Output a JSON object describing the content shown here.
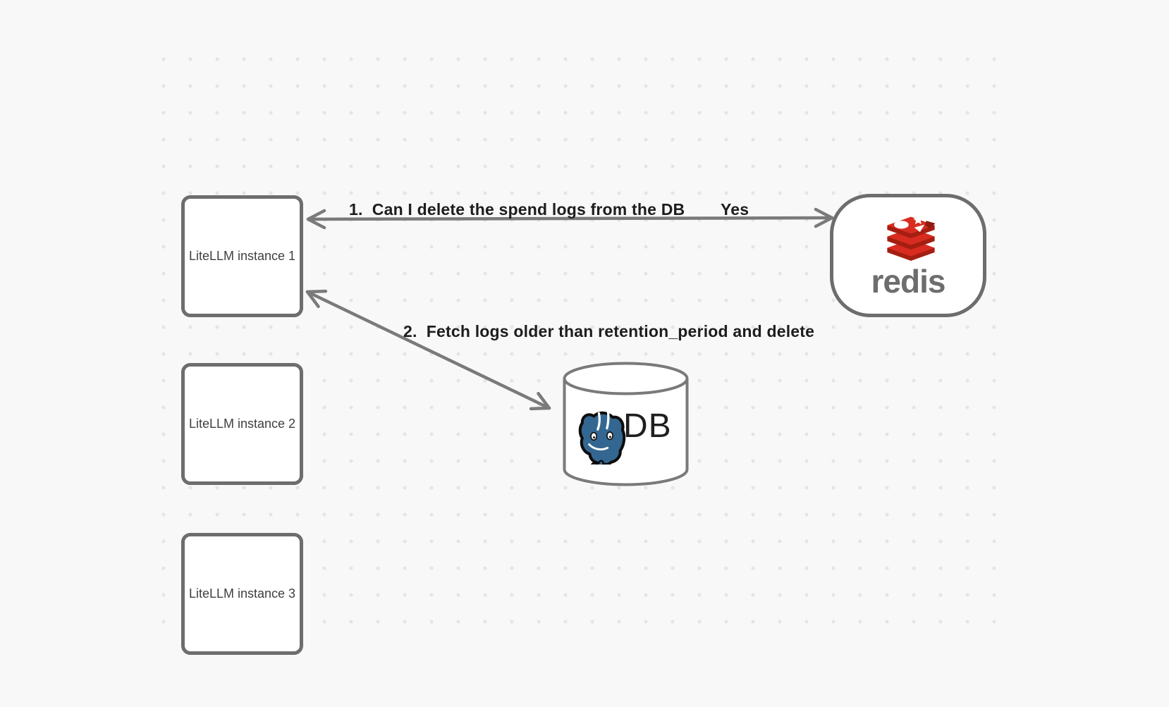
{
  "canvas": {
    "background_color": "#f8f8f8",
    "dot_color": "#e5e5e8",
    "stroke_color": "#6d6d6d",
    "arrow_color": "#7a7a7a"
  },
  "nodes": {
    "instances": [
      {
        "label": "LiteLLM instance 1"
      },
      {
        "label": "LiteLLM instance 2"
      },
      {
        "label": "LiteLLM instance 3"
      }
    ],
    "redis": {
      "label": "redis",
      "icon": "redis-stack-icon",
      "brand_red": "#D82C20",
      "brand_red_dark": "#A41E11",
      "wordmark_color": "#6d6d6d"
    },
    "db": {
      "label": "DB",
      "icon": "postgresql-elephant-icon",
      "shape": "database-cylinder",
      "postgres_blue": "#336791"
    }
  },
  "edges": [
    {
      "from": "redis",
      "to": "LiteLLM instance 1",
      "label": "1.  Can I delete the spend logs from the DB",
      "response": "Yes",
      "style": "double-headed-arrow"
    },
    {
      "from": "LiteLLM instance 1",
      "to": "DB",
      "label": "2.  Fetch logs older than retention_period and delete",
      "style": "double-headed-arrow"
    }
  ],
  "text_colors": {
    "edge_label": "#1d1d1f",
    "node_label": "#3f3f3f"
  }
}
